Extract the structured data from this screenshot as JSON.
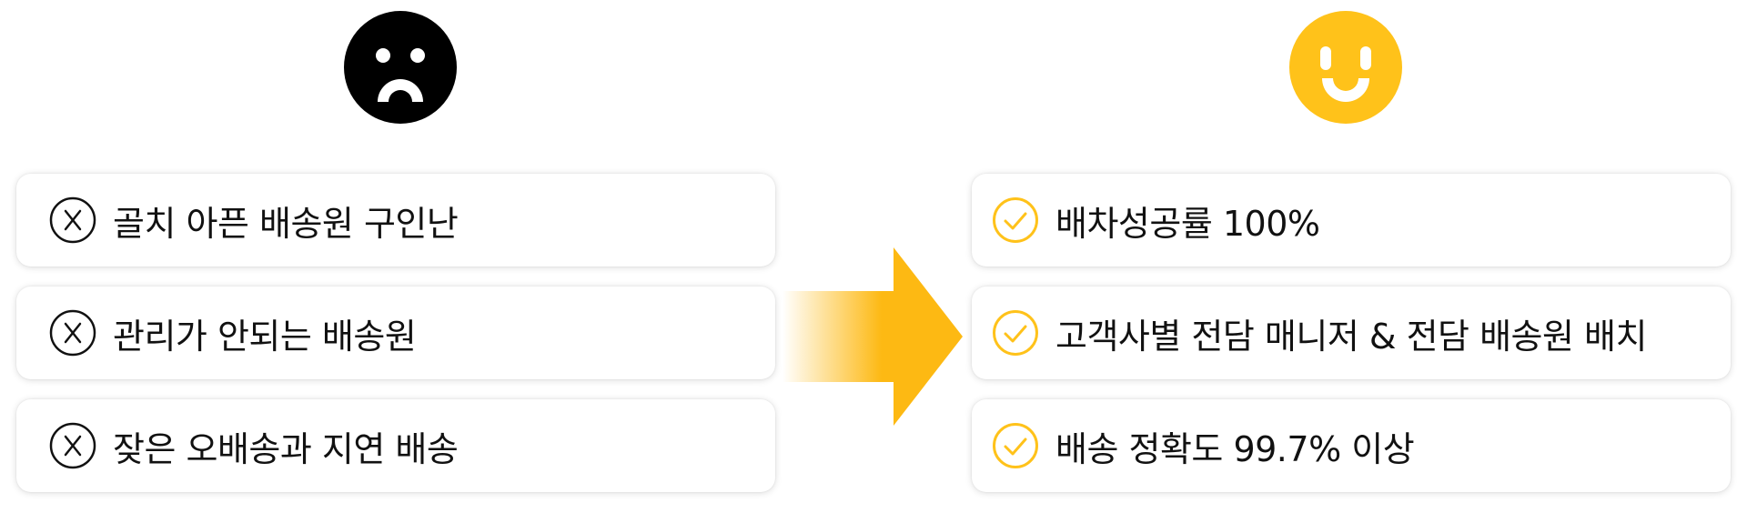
{
  "before": {
    "face_icon": "sad-face-icon",
    "face_color": "#000000",
    "items": [
      {
        "icon": "x-circle-icon",
        "text": "골치 아픈 배송원 구인난"
      },
      {
        "icon": "x-circle-icon",
        "text": "관리가 안되는 배송원"
      },
      {
        "icon": "x-circle-icon",
        "text": "잦은 오배송과 지연 배송"
      }
    ]
  },
  "transition": {
    "icon": "arrow-right-icon",
    "color": "#FDB913"
  },
  "after": {
    "face_icon": "happy-face-icon",
    "face_color": "#FFC21A",
    "items": [
      {
        "icon": "check-circle-icon",
        "text": "배차성공률 100%"
      },
      {
        "icon": "check-circle-icon",
        "text": "고객사별 전담 매니저 & 전담 배송원 배치"
      },
      {
        "icon": "check-circle-icon",
        "text": "배송 정확도 99.7% 이상"
      }
    ]
  }
}
